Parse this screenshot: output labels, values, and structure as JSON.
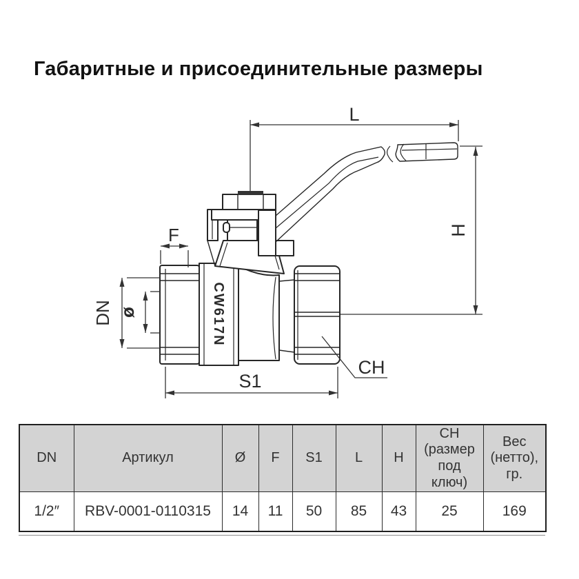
{
  "title": "Габаритные и присоединительные размеры",
  "diagram": {
    "marking": "CW617N",
    "dims": {
      "L": "L",
      "H": "H",
      "F": "F",
      "DN": "DN",
      "phi": "ø",
      "S1": "S1",
      "CH": "CH"
    }
  },
  "table": {
    "headers": [
      "DN",
      "Артикул",
      "Ø",
      "F",
      "S1",
      "L",
      "H",
      "CH\n(размер\nпод\nключ)",
      "Вес\n(нетто),\nгр."
    ],
    "row": [
      "1/2″",
      "RBV-0001-0110315",
      "14",
      "11",
      "50",
      "85",
      "43",
      "25",
      "169"
    ]
  }
}
